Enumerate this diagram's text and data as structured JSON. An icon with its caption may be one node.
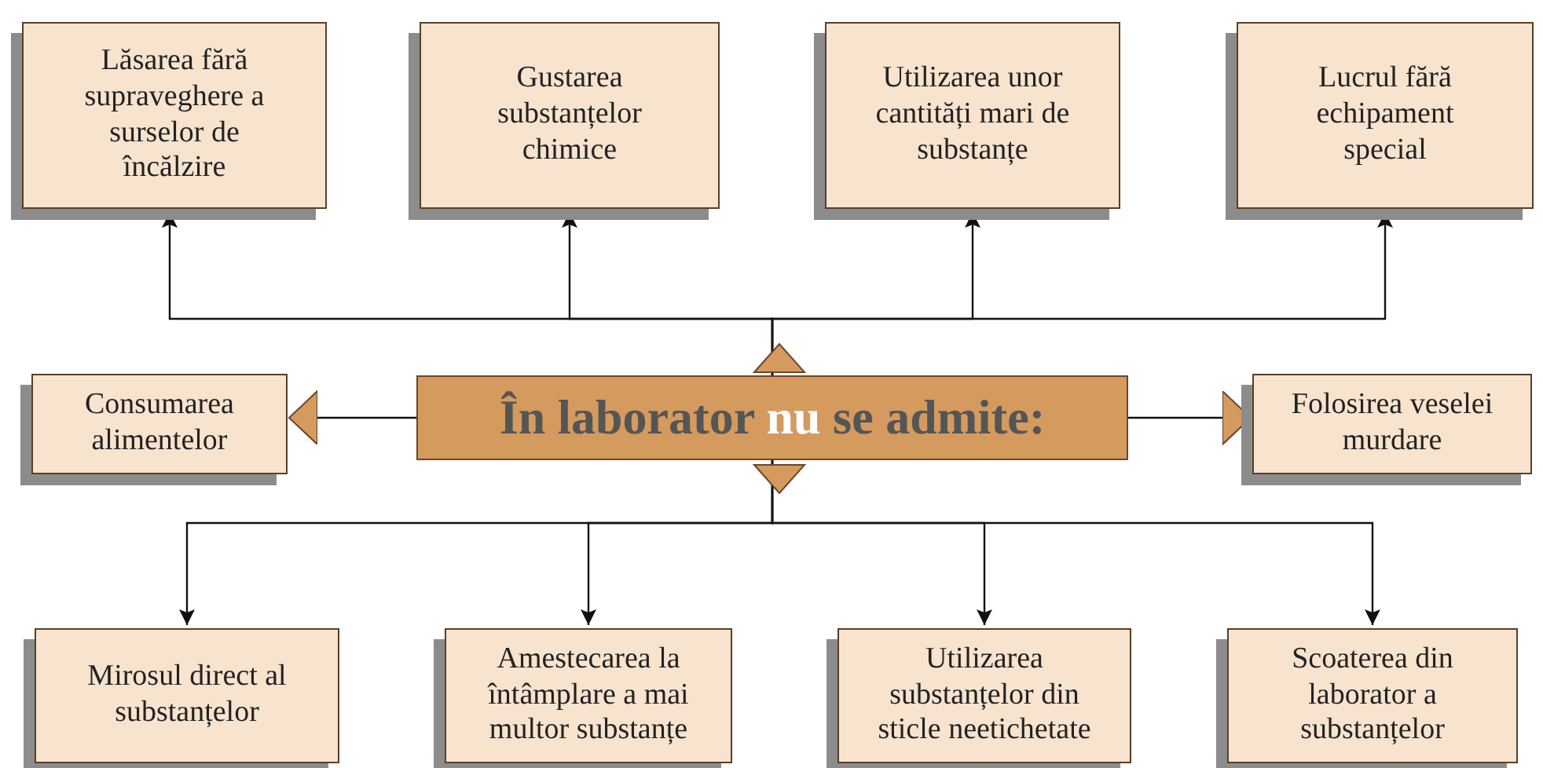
{
  "diagram": {
    "nodes": [
      {
        "text": [
          "Lăsarea fără supraveghere a surselor de încălzire"
        ]
      },
      {
        "text": [
          "Gustarea substanțelor chimice"
        ]
      },
      {
        "text": [
          "Utilizarea unor cantități mari de substanțe"
        ]
      },
      {
        "text": [
          "Lucrul fără echipament special"
        ]
      },
      {
        "text": [
          "Consumarea alimentelor"
        ]
      },
      {
        "text": [
          "În laborator **nu** se admite:"
        ]
      },
      {
        "text": [
          "Folosirea veselei murdare"
        ]
      },
      {
        "text": [
          "Mirosul direct al substanțelor"
        ]
      },
      {
        "text": [
          "Amestecarea la întâmplare a mai multor substanțe"
        ]
      },
      {
        "text": [
          "Utilizarea substanțelor din sticle neetichetate"
        ]
      },
      {
        "text": [
          "Scoaterea din laborator a substanțelor"
        ]
      }
    ],
    "edges": [
      {
        "from": 5,
        "to": 0,
        "arrow": "to"
      },
      {
        "from": 5,
        "to": 1,
        "arrow": "to"
      },
      {
        "from": 5,
        "to": 2,
        "arrow": "to"
      },
      {
        "from": 5,
        "to": 3,
        "arrow": "to"
      },
      {
        "from": 5,
        "to": 4,
        "arrow": "to"
      },
      {
        "from": 5,
        "to": 6,
        "arrow": "to"
      },
      {
        "from": 5,
        "to": 7,
        "arrow": "to"
      },
      {
        "from": 5,
        "to": 8,
        "arrow": "to"
      },
      {
        "from": 5,
        "to": 9,
        "arrow": "to"
      },
      {
        "from": 5,
        "to": 10,
        "arrow": "to"
      }
    ]
  }
}
